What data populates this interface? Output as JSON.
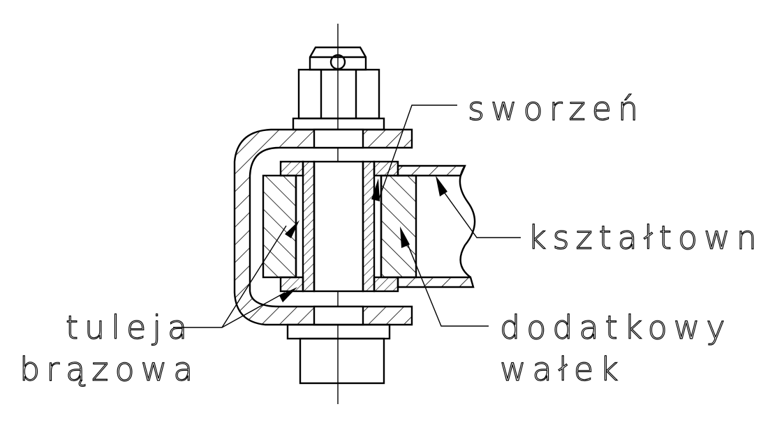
{
  "labels": {
    "sworzen": "sworzeń",
    "ksztaltownik": "kształtownik",
    "tuleja_line1": "tuleja",
    "tuleja_line2": "brązowa",
    "walek_line1": "dodatkowy",
    "walek_line2": "wałek"
  },
  "colors": {
    "line": "#000000",
    "background": "#ffffff"
  }
}
